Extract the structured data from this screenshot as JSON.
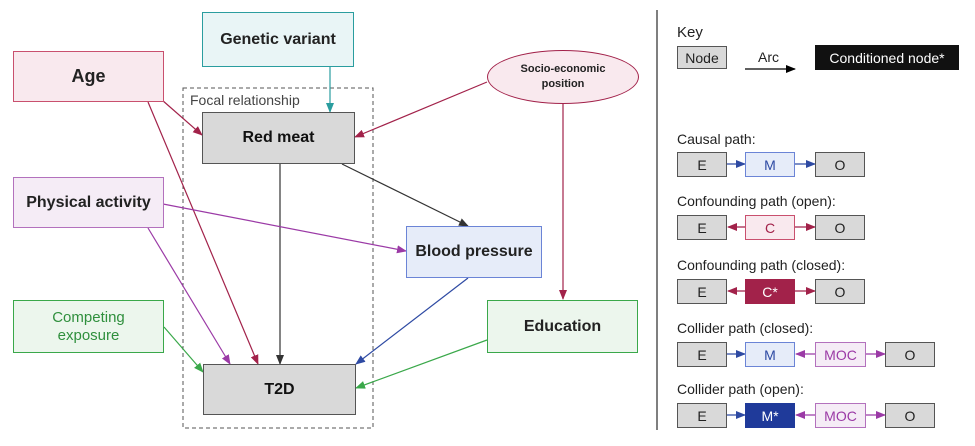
{
  "diagram": {
    "focal_label": "Focal relationship",
    "nodes": {
      "genetic": "Genetic variant",
      "age": "Age",
      "ses": "Socio-economic position",
      "red_meat": "Red meat",
      "physical": "Physical activity",
      "bp": "Blood pressure",
      "competing": "Competing exposure",
      "education": "Education",
      "t2d": "T2D"
    }
  },
  "key": {
    "title": "Key",
    "node": "Node",
    "arc": "Arc",
    "conditioned": "Conditioned node*",
    "paths": [
      {
        "title": "Causal path:",
        "e": "E",
        "mid": "M",
        "o": "O"
      },
      {
        "title": "Confounding path (open):",
        "e": "E",
        "mid": "C",
        "o": "O"
      },
      {
        "title": "Confounding path (closed):",
        "e": "E",
        "mid": "C*",
        "o": "O"
      },
      {
        "title": "Collider path (closed):",
        "e": "E",
        "mid": "M",
        "moc": "MOC",
        "o": "O"
      },
      {
        "title": "Collider path (open):",
        "e": "E",
        "mid": "M*",
        "moc": "MOC",
        "o": "O"
      }
    ]
  },
  "colors": {
    "red": "#a2224a",
    "teal": "#2a9d9f",
    "purple": "#9b3aa6",
    "blue": "#2e4aa3",
    "green": "#3aa84a",
    "dark": "#333333",
    "gray_fill": "#d9d9d9"
  }
}
